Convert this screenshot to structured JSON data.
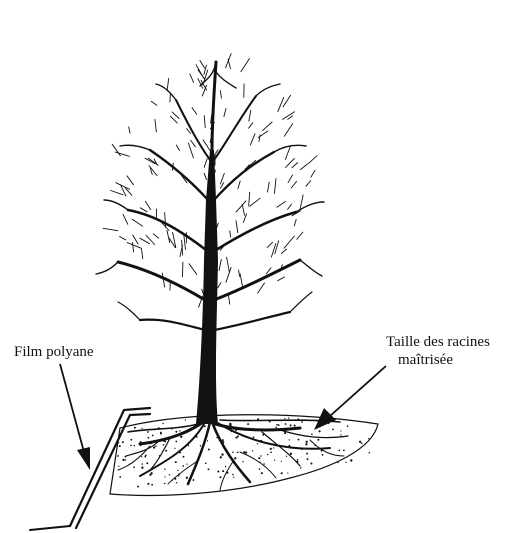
{
  "labels": {
    "film": "Film polyane",
    "root_pruning_line1": "Taille des racines",
    "root_pruning_line2": "maîtrisée"
  },
  "colors": {
    "ink": "#111111",
    "paper": "#ffffff"
  }
}
